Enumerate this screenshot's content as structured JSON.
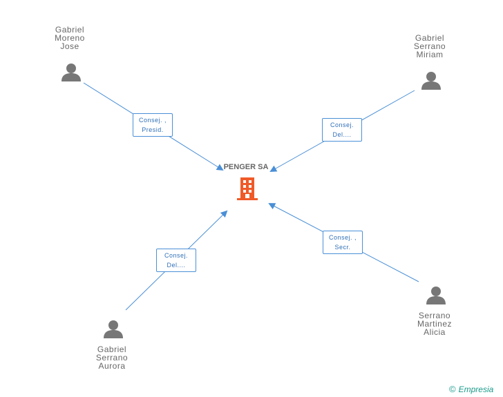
{
  "center": {
    "name": "PENGER SA"
  },
  "people": [
    {
      "lines": [
        "Gabriel",
        "Moreno",
        "Jose"
      ]
    },
    {
      "lines": [
        "Gabriel",
        "Serrano",
        "Miriam"
      ]
    },
    {
      "lines": [
        "Gabriel",
        "Serrano",
        "Aurora"
      ]
    },
    {
      "lines": [
        "Serrano",
        "Martinez",
        "Alicia"
      ]
    }
  ],
  "relations": [
    {
      "lines": [
        "Consej. ,",
        "Presid."
      ]
    },
    {
      "lines": [
        "Consej.",
        "Del...."
      ]
    },
    {
      "lines": [
        "Consej.",
        "Del...."
      ]
    },
    {
      "lines": [
        "Consej. ,",
        "Secr."
      ]
    }
  ],
  "colors": {
    "edge": "#4a8fd6",
    "person": "#777777",
    "company": "#f05a28"
  },
  "brand": {
    "symbol": "©",
    "name": "Empresia"
  }
}
